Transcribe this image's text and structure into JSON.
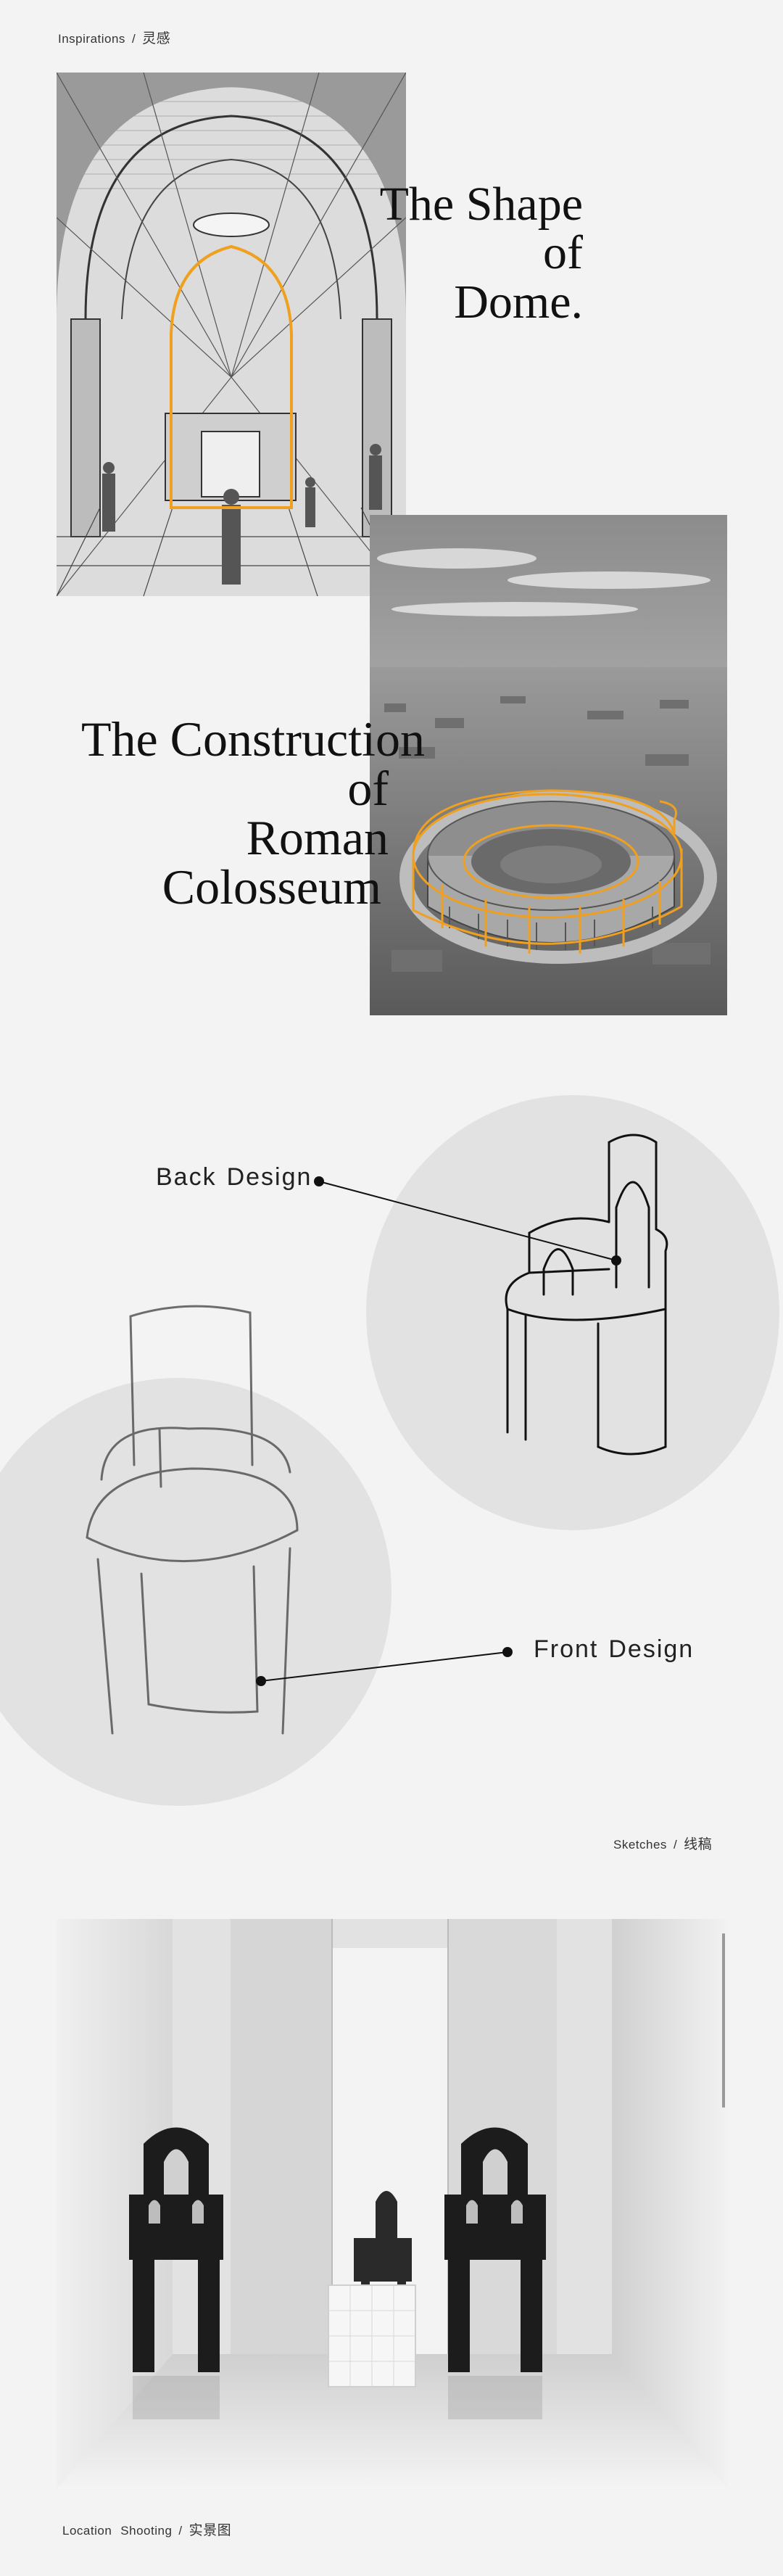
{
  "inspirations": {
    "caption_en": "Inspirations",
    "caption_sep": "/",
    "caption_cn": "灵感",
    "dome_title": [
      "The Shape",
      "of",
      "Dome."
    ],
    "colosseum_title": [
      "The Construction",
      "of",
      "Roman",
      "Colosseum"
    ],
    "highlight_color": "#f0a020"
  },
  "sketches": {
    "back_label": [
      "Back",
      "Design"
    ],
    "front_label": [
      "Front",
      "Design"
    ],
    "caption_en": "Sketches",
    "caption_sep": "/",
    "caption_cn": "线稿"
  },
  "location": {
    "caption_en": "Location",
    "caption_en2": "Shooting",
    "caption_sep": "/",
    "caption_cn": "实景图"
  }
}
